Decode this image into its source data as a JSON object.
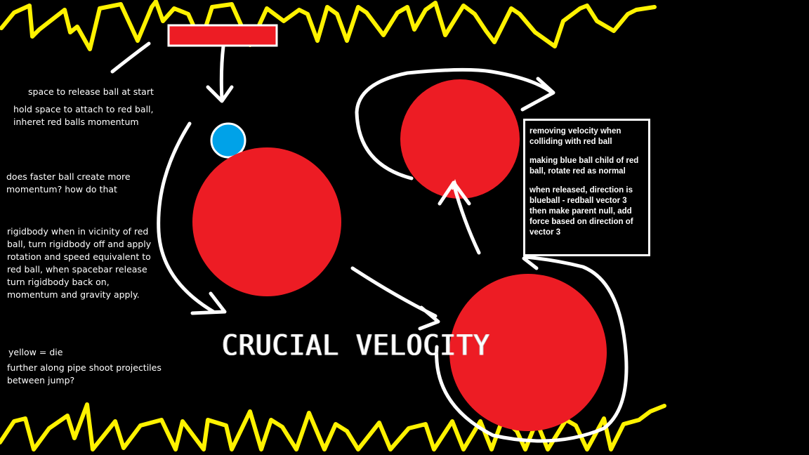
{
  "title": "CRUCIAL VELOCITY",
  "colors": {
    "background": "#000000",
    "red": "#ED1C24",
    "blue": "#00A2E8",
    "yellow": "#FFF200",
    "white": "#FFFFFF"
  },
  "notes": {
    "release": "space to release ball at start",
    "attach": "hold space to attach to red ball,\ninheret red balls momentum",
    "faster": "does faster ball create more\nmomentum? how do that",
    "rigidbody": "rigidbody when in vicinity of red\nball, turn rigidbody off and apply\nrotation and speed equivalent to\nred ball, when spacebar release\nturn rigidbody back on,\nmomentum and gravity apply.",
    "yellow": "yellow = die",
    "projectiles": "further along pipe shoot projectiles\nbetween jump?"
  },
  "box": {
    "p1": "removing velocity when colliding with red ball",
    "p2": "making blue ball child of red ball, rotate red as normal",
    "p3": "when released, direction is blueball - redball vector 3 then make parent null, add force based on direction of vector 3"
  }
}
